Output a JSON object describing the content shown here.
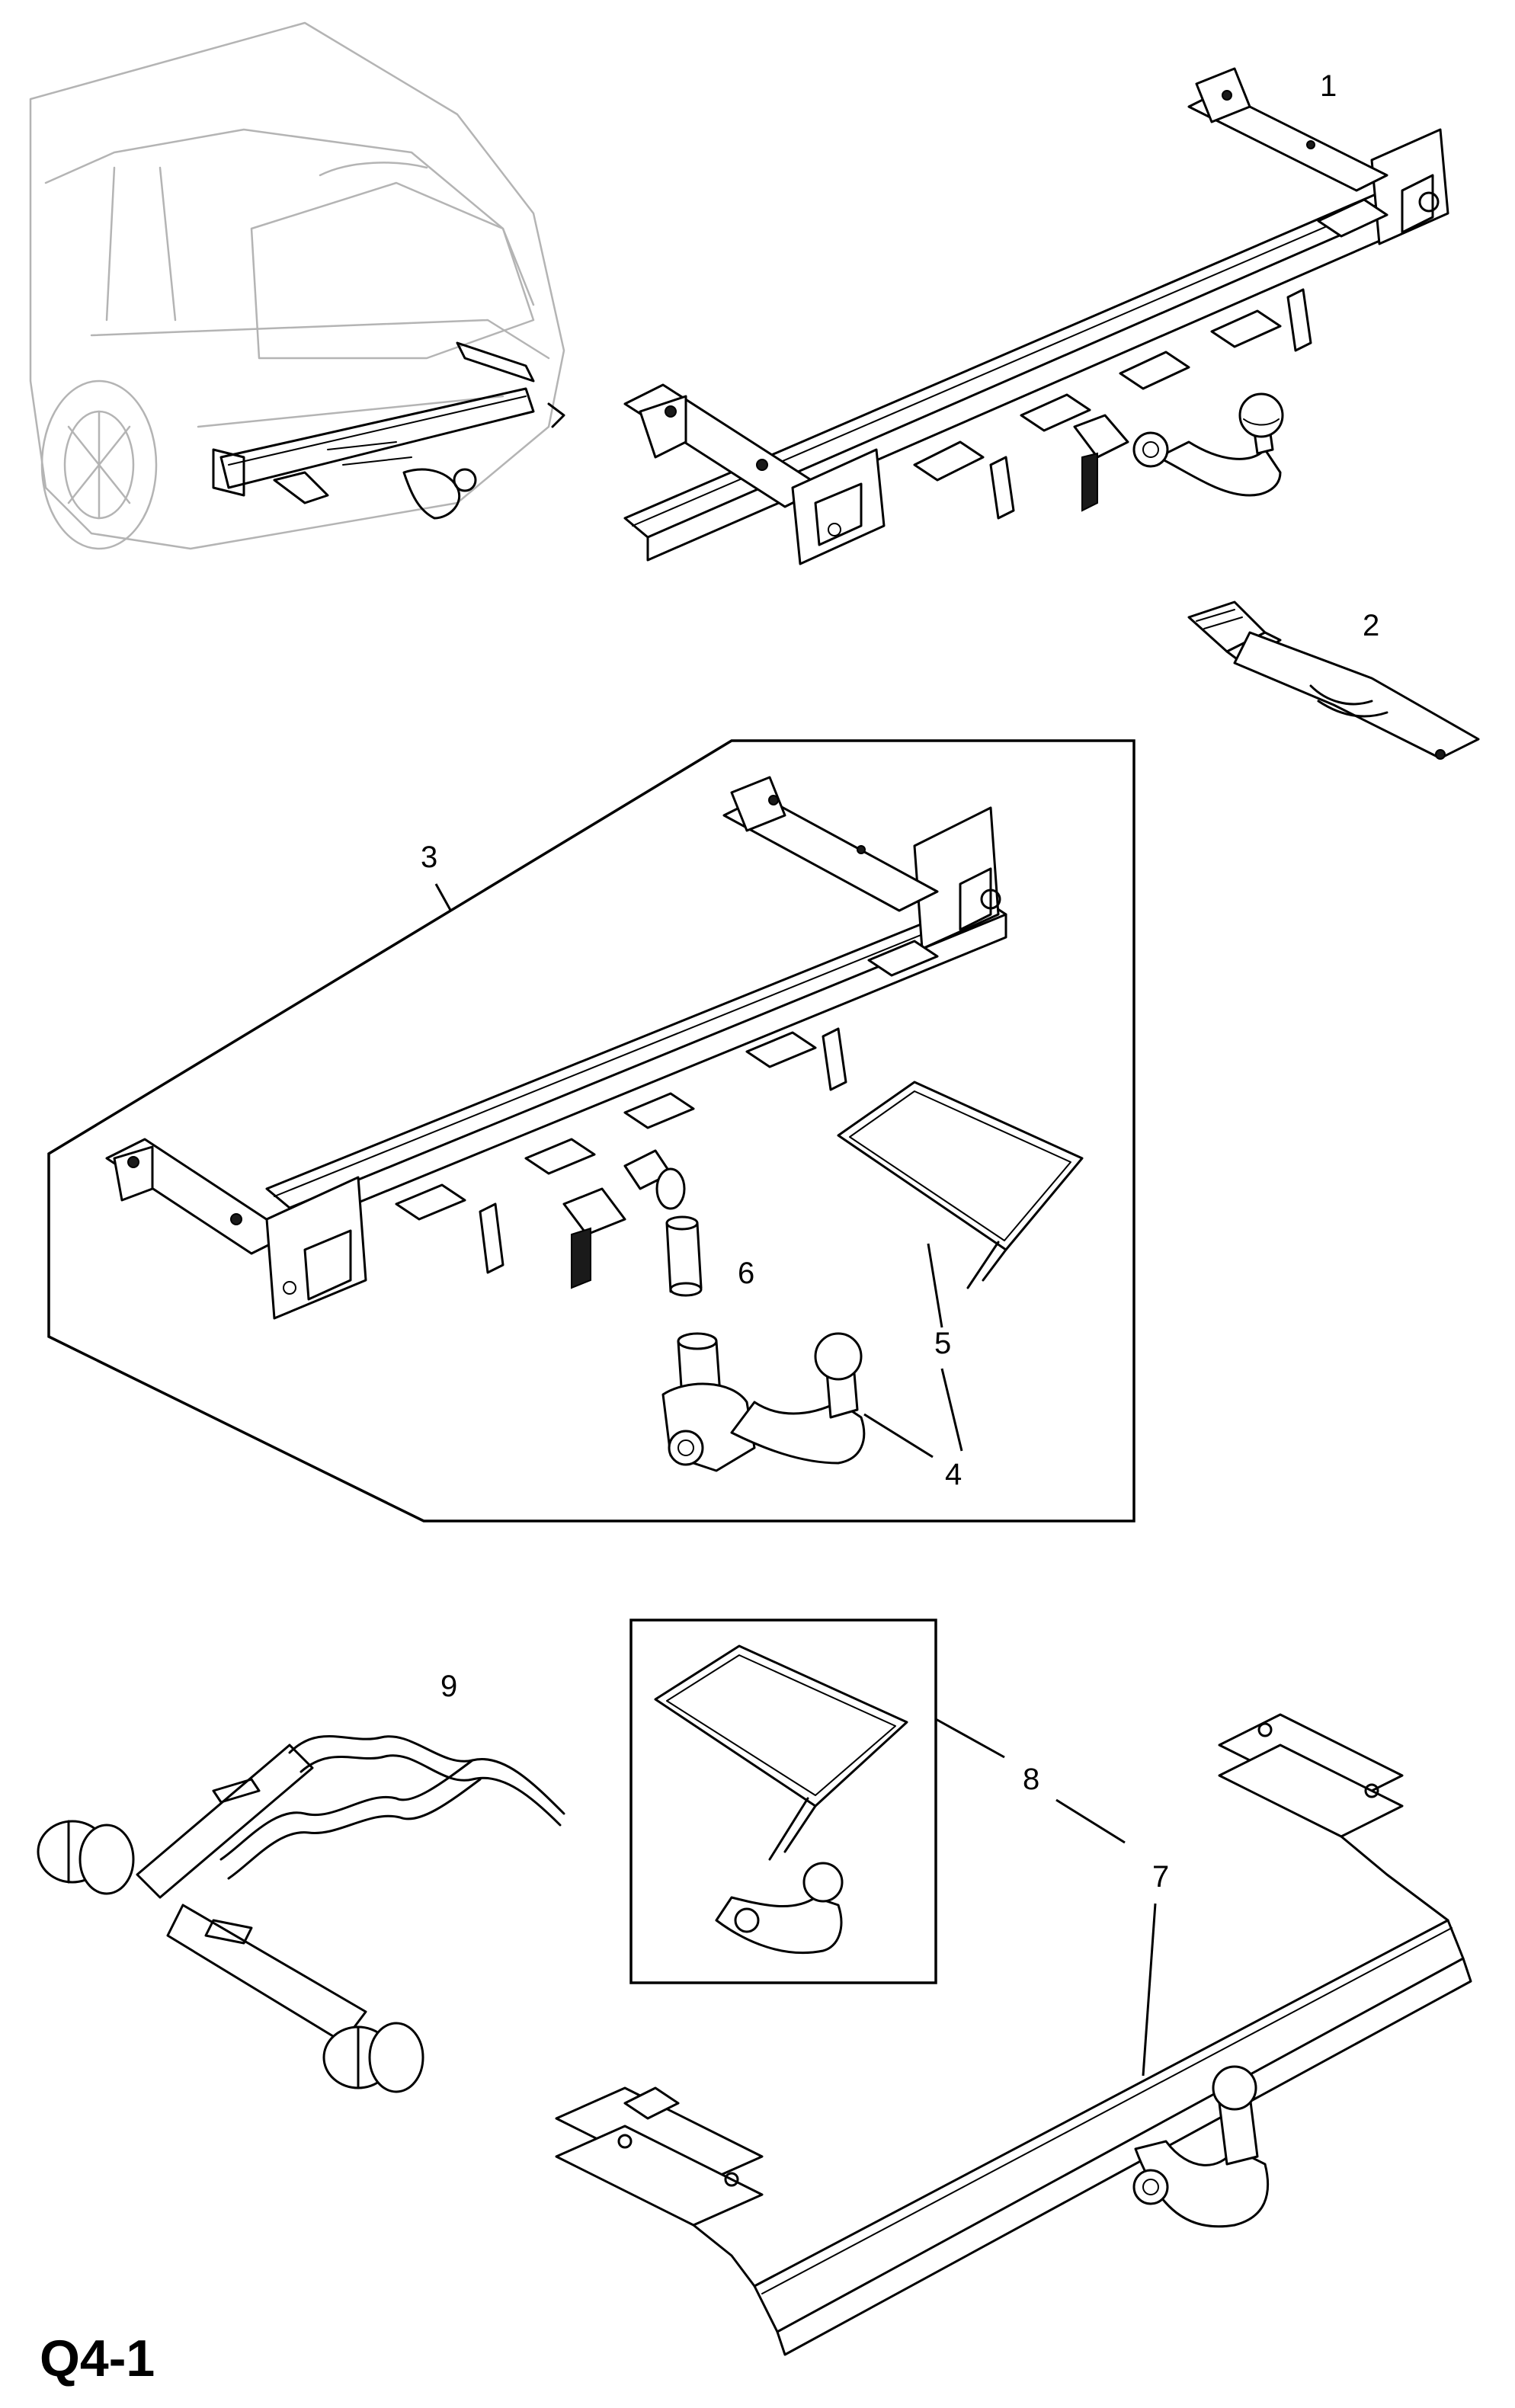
{
  "page_code": "Q4-1",
  "callouts": [
    {
      "id": "1",
      "text": "1"
    },
    {
      "id": "2",
      "text": "2"
    },
    {
      "id": "3",
      "text": "3"
    },
    {
      "id": "4",
      "text": "4"
    },
    {
      "id": "5",
      "text": "5"
    },
    {
      "id": "6",
      "text": "6"
    },
    {
      "id": "7",
      "text": "7"
    },
    {
      "id": "8",
      "text": "8"
    },
    {
      "id": "9",
      "text": "9"
    }
  ]
}
